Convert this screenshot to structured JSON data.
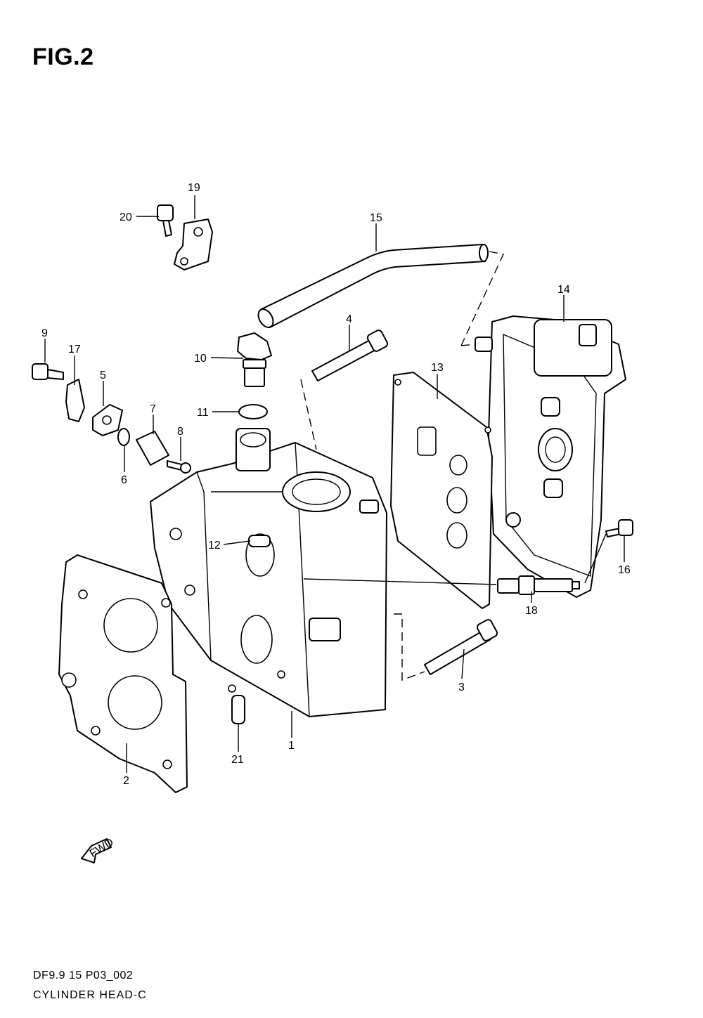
{
  "figure": {
    "title": "FIG.2",
    "code": "DF9.9 15 P03_002",
    "name": "CYLINDER HEAD-C",
    "fwd_label": "FWD"
  },
  "callouts": [
    "1",
    "2",
    "3",
    "4",
    "5",
    "6",
    "7",
    "8",
    "9",
    "10",
    "11",
    "12",
    "13",
    "14",
    "15",
    "16",
    "17",
    "18",
    "19",
    "20",
    "21"
  ]
}
